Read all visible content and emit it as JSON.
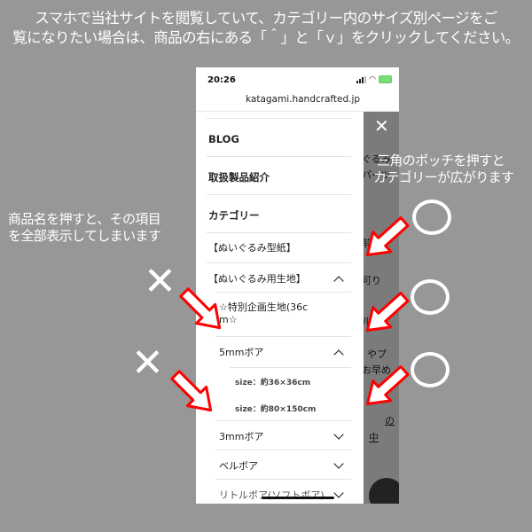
{
  "instruction": {
    "line1": "スマホで当社サイトを閲覧していて、カテゴリー内のサイズ別ページをご",
    "line2": "覧になりたい場合は、商品の右にある「＾」と「ｖ」をクリックしてください。"
  },
  "phone": {
    "time": "20:26",
    "url": "katagami.handcrafted.jp",
    "close_icon": "✕",
    "menu": [
      {
        "label": "BLOG",
        "bold": true
      },
      {
        "label": "取扱製品紹介",
        "bold": true
      },
      {
        "label": "カテゴリー",
        "bold": true
      },
      {
        "label": "【ぬいぐるみ型紙】"
      },
      {
        "label": "【ぬいぐるみ用生地】",
        "chevron": "up"
      },
      {
        "label": "☆特別企画生地(36c",
        "label2": "m☆"
      },
      {
        "label": "5mmボア",
        "chevron": "up"
      },
      {
        "label": "size：約36×36cm"
      },
      {
        "label": "size：約80×150cm"
      },
      {
        "label": "3mmボア",
        "chevron": "down"
      },
      {
        "label": "ベルボア",
        "chevron": "down"
      },
      {
        "label": "リトルボア(ソフトボア)",
        "chevron": "down"
      }
    ],
    "overlay_fragments": [
      "ぐるみ",
      "パーツ",
      "前に",
      "可り",
      "ルが",
      "やプ",
      "お早め",
      "の",
      "中"
    ]
  },
  "annotations": {
    "left_note_line1": "商品名を押すと、その項目",
    "left_note_line2": "を全部表示してしまいます",
    "right_note_line1": "三角のポッチを押すと",
    "right_note_line2": "カテゴリーが広がります",
    "wrong_mark": "✕",
    "correct_mark": "○"
  },
  "colors": {
    "background": "#979797",
    "arrow_outline": "#ff0000",
    "arrow_fill": "#ffffff",
    "overlay": "#7b7b7b"
  }
}
